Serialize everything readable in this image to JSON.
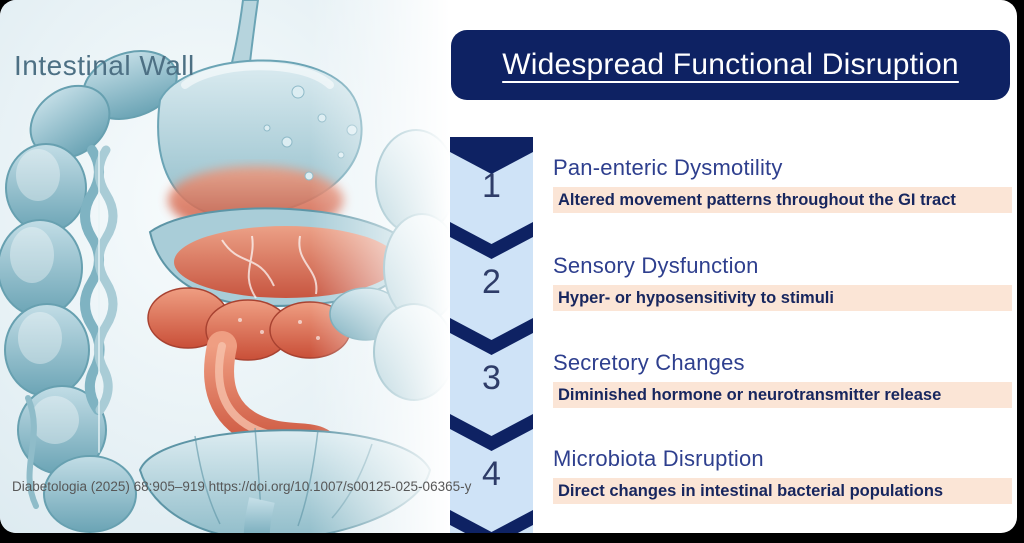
{
  "slide": {
    "illustration_label": "Intestinal Wall",
    "citation": "Diabetologia (2025) 68:905–919 https://doi.org/10.1007/s00125-025-06365-y",
    "title": "Widespread Functional Disruption",
    "items": [
      {
        "number": "1",
        "heading": "Pan-enteric Dysmotility",
        "detail": "Altered movement patterns throughout the GI tract"
      },
      {
        "number": "2",
        "heading": "Sensory Dysfunction",
        "detail": "Hyper- or hyposensitivity to stimuli"
      },
      {
        "number": "3",
        "heading": "Secretory Changes",
        "detail": "Diminished hormone or neurotransmitter release"
      },
      {
        "number": "4",
        "heading": "Microbiota Disruption",
        "detail": "Direct changes in intestinal bacterial populations"
      }
    ],
    "colors": {
      "navy": "#0e2263",
      "band_blue": "#cfe3f7",
      "peach": "#fbe5d6",
      "heading_blue": "#2e3f8e",
      "detail_navy": "#17265e",
      "number_slate": "#2e3c68",
      "label_teal": "#4d7084",
      "citation_gray": "#575757"
    }
  }
}
